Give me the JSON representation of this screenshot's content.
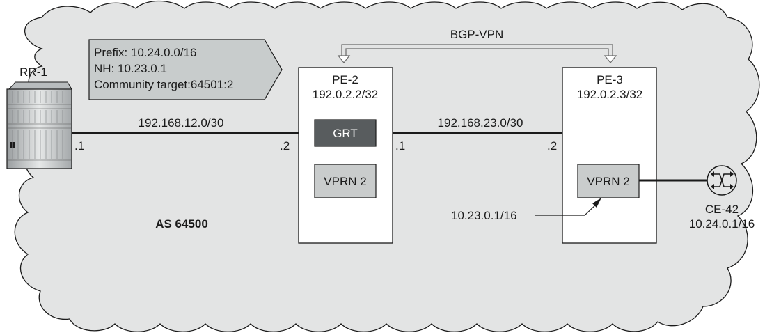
{
  "cloud": {
    "label": "AS 64500",
    "fill": "#e3e4e4"
  },
  "bgp_session": {
    "label": "BGP-VPN"
  },
  "route_info": {
    "lines": [
      "Prefix: 10.24.0.0/16",
      "NH: 10.23.0.1",
      "Community target:64501:2"
    ],
    "fill": "#c8cccc"
  },
  "rr1": {
    "name": "RR-1",
    "port": ".1"
  },
  "pe2": {
    "name": "PE-2",
    "address": "192.0.2.2/32",
    "grt_label": "GRT",
    "vprn_label": "VPRN 2",
    "port_left": ".2",
    "port_right": ".1"
  },
  "pe3": {
    "name": "PE-3",
    "address": "192.0.2.3/32",
    "vprn_label": "VPRN 2",
    "port_left": ".2"
  },
  "links": {
    "rr1_pe2": "192.168.12.0/30",
    "pe2_pe3": "192.168.23.0/30"
  },
  "vprn_interface": {
    "label": "10.23.0.1/16"
  },
  "ce42": {
    "name": "CE-42",
    "address": "10.24.0.1/16"
  },
  "colors": {
    "grt_fill": "#585c5e",
    "vprn_fill": "#c9cccc",
    "box_stroke": "#1a1a1a"
  }
}
